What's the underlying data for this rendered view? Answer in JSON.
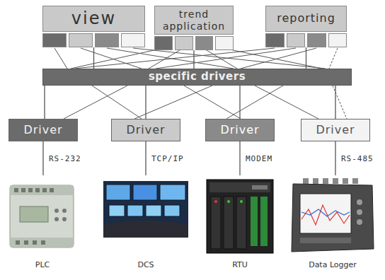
{
  "diagram": {
    "nodes": [
      {
        "text": [
          "view"
        ]
      },
      {
        "text": [
          "trend application"
        ]
      },
      {
        "text": [
          "reporting"
        ]
      },
      {
        "text": [
          "specific drivers"
        ]
      },
      {
        "text": [
          "Driver"
        ]
      },
      {
        "text": [
          "Driver"
        ]
      },
      {
        "text": [
          "Driver"
        ]
      },
      {
        "text": [
          "Driver"
        ]
      },
      {
        "text": [
          "PLC"
        ]
      },
      {
        "text": [
          "DCS"
        ]
      },
      {
        "text": [
          "RTU"
        ]
      },
      {
        "text": [
          "Data Logger"
        ]
      }
    ],
    "edges": [
      {
        "from": 0,
        "to": 3,
        "arrow": "none"
      },
      {
        "from": 1,
        "to": 3,
        "arrow": "none"
      },
      {
        "from": 2,
        "to": 3,
        "arrow": "none"
      },
      {
        "from": 3,
        "to": 4,
        "arrow": "none"
      },
      {
        "from": 3,
        "to": 5,
        "arrow": "none"
      },
      {
        "from": 3,
        "to": 6,
        "arrow": "none"
      },
      {
        "from": 3,
        "to": 7,
        "arrow": "none"
      },
      {
        "from": 4,
        "to": 8,
        "label": "RS-232",
        "arrow": "none"
      },
      {
        "from": 5,
        "to": 9,
        "label": "TCP/IP",
        "arrow": "none"
      },
      {
        "from": 6,
        "to": 10,
        "label": "MODEM",
        "arrow": "none"
      },
      {
        "from": 7,
        "to": 11,
        "label": "RS-485",
        "arrow": "none"
      }
    ]
  }
}
